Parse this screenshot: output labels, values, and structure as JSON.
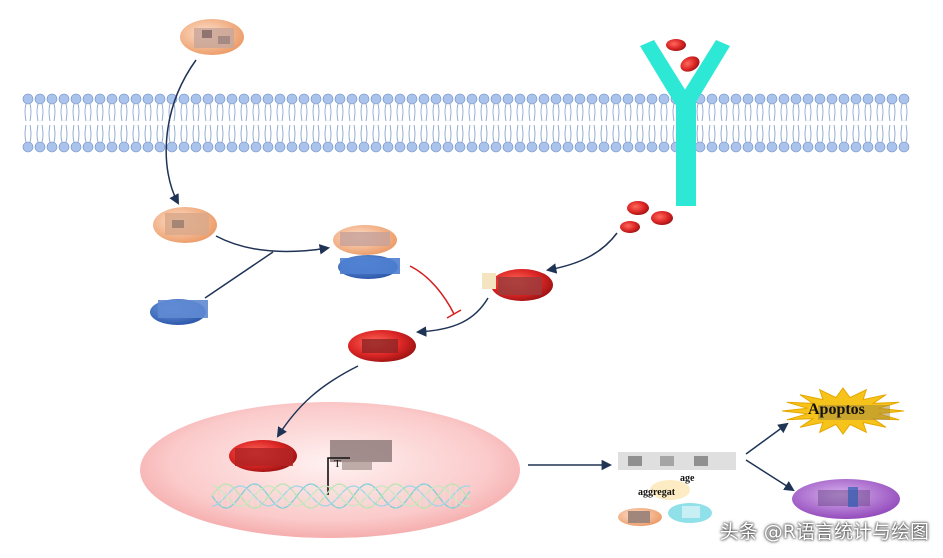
{
  "labels": {
    "apoptosis": "Apoptos",
    "promoter_letter": "T",
    "aggregation_line1": "age",
    "aggregation_line2": "aggregat"
  },
  "watermark": "头条 @R语言统计与绘图",
  "colors": {
    "membrane_head": "#a9c3ec",
    "membrane_tail": "#8aa4cf",
    "receptor": "#2ee8d6",
    "ligand": "#e0202a",
    "protein_orange": "#f2b48f",
    "protein_blue": "#3d6fc4",
    "protein_red": "#d92a2a",
    "nucleus_center": "#fde3e3",
    "nucleus_edge": "#f6b4b4",
    "arrow": "#1f3355",
    "inhibit": "#d41f1f",
    "star": "#f6c31a",
    "purple_cell": "#a163c6",
    "teal": "#8fe0e8"
  }
}
